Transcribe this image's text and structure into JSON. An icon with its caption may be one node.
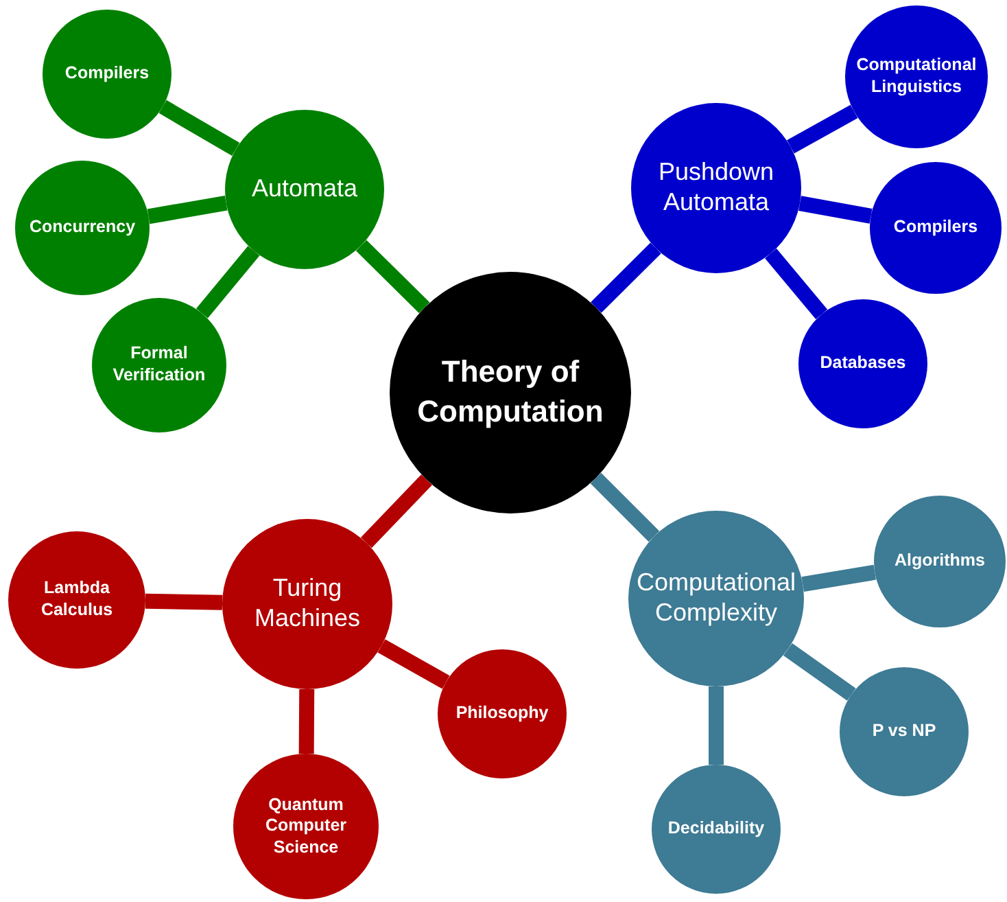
{
  "diagram": {
    "nodes": [
      {
        "text": [
          "Theory of Computation"
        ]
      },
      {
        "text": [
          "Automata"
        ]
      },
      {
        "text": [
          "Compilers"
        ]
      },
      {
        "text": [
          "Concurrency"
        ]
      },
      {
        "text": [
          "Formal Verification"
        ]
      },
      {
        "text": [
          "Pushdown Automata"
        ]
      },
      {
        "text": [
          "Computational Linguistics"
        ]
      },
      {
        "text": [
          "Compilers"
        ]
      },
      {
        "text": [
          "Databases"
        ]
      },
      {
        "text": [
          "Turing Machines"
        ]
      },
      {
        "text": [
          "Lambda Calculus"
        ]
      },
      {
        "text": [
          "Quantum Computer Science"
        ]
      },
      {
        "text": [
          "Philosophy"
        ]
      },
      {
        "text": [
          "Computational Complexity"
        ]
      },
      {
        "text": [
          "Algorithms"
        ]
      },
      {
        "text": [
          "P vs NP"
        ]
      },
      {
        "text": [
          "Decidability"
        ]
      }
    ],
    "edges": [
      {
        "from": 0,
        "to": 1,
        "arrow": "none",
        "color": "#008000"
      },
      {
        "from": 1,
        "to": 2,
        "arrow": "none",
        "color": "#008000"
      },
      {
        "from": 1,
        "to": 3,
        "arrow": "none",
        "color": "#008000"
      },
      {
        "from": 1,
        "to": 4,
        "arrow": "none",
        "color": "#008000"
      },
      {
        "from": 0,
        "to": 5,
        "arrow": "none",
        "color": "#0000cc"
      },
      {
        "from": 5,
        "to": 6,
        "arrow": "none",
        "color": "#0000cc"
      },
      {
        "from": 5,
        "to": 7,
        "arrow": "none",
        "color": "#0000cc"
      },
      {
        "from": 5,
        "to": 8,
        "arrow": "none",
        "color": "#0000cc"
      },
      {
        "from": 0,
        "to": 9,
        "arrow": "none",
        "color": "#b30000"
      },
      {
        "from": 9,
        "to": 10,
        "arrow": "none",
        "color": "#b30000"
      },
      {
        "from": 9,
        "to": 11,
        "arrow": "none",
        "color": "#b30000"
      },
      {
        "from": 9,
        "to": 12,
        "arrow": "none",
        "color": "#b30000"
      },
      {
        "from": 0,
        "to": 13,
        "arrow": "none",
        "color": "#3e7b94"
      },
      {
        "from": 13,
        "to": 14,
        "arrow": "none",
        "color": "#3e7b94"
      },
      {
        "from": 13,
        "to": 15,
        "arrow": "none",
        "color": "#3e7b94"
      },
      {
        "from": 13,
        "to": 16,
        "arrow": "none",
        "color": "#3e7b94"
      }
    ]
  }
}
